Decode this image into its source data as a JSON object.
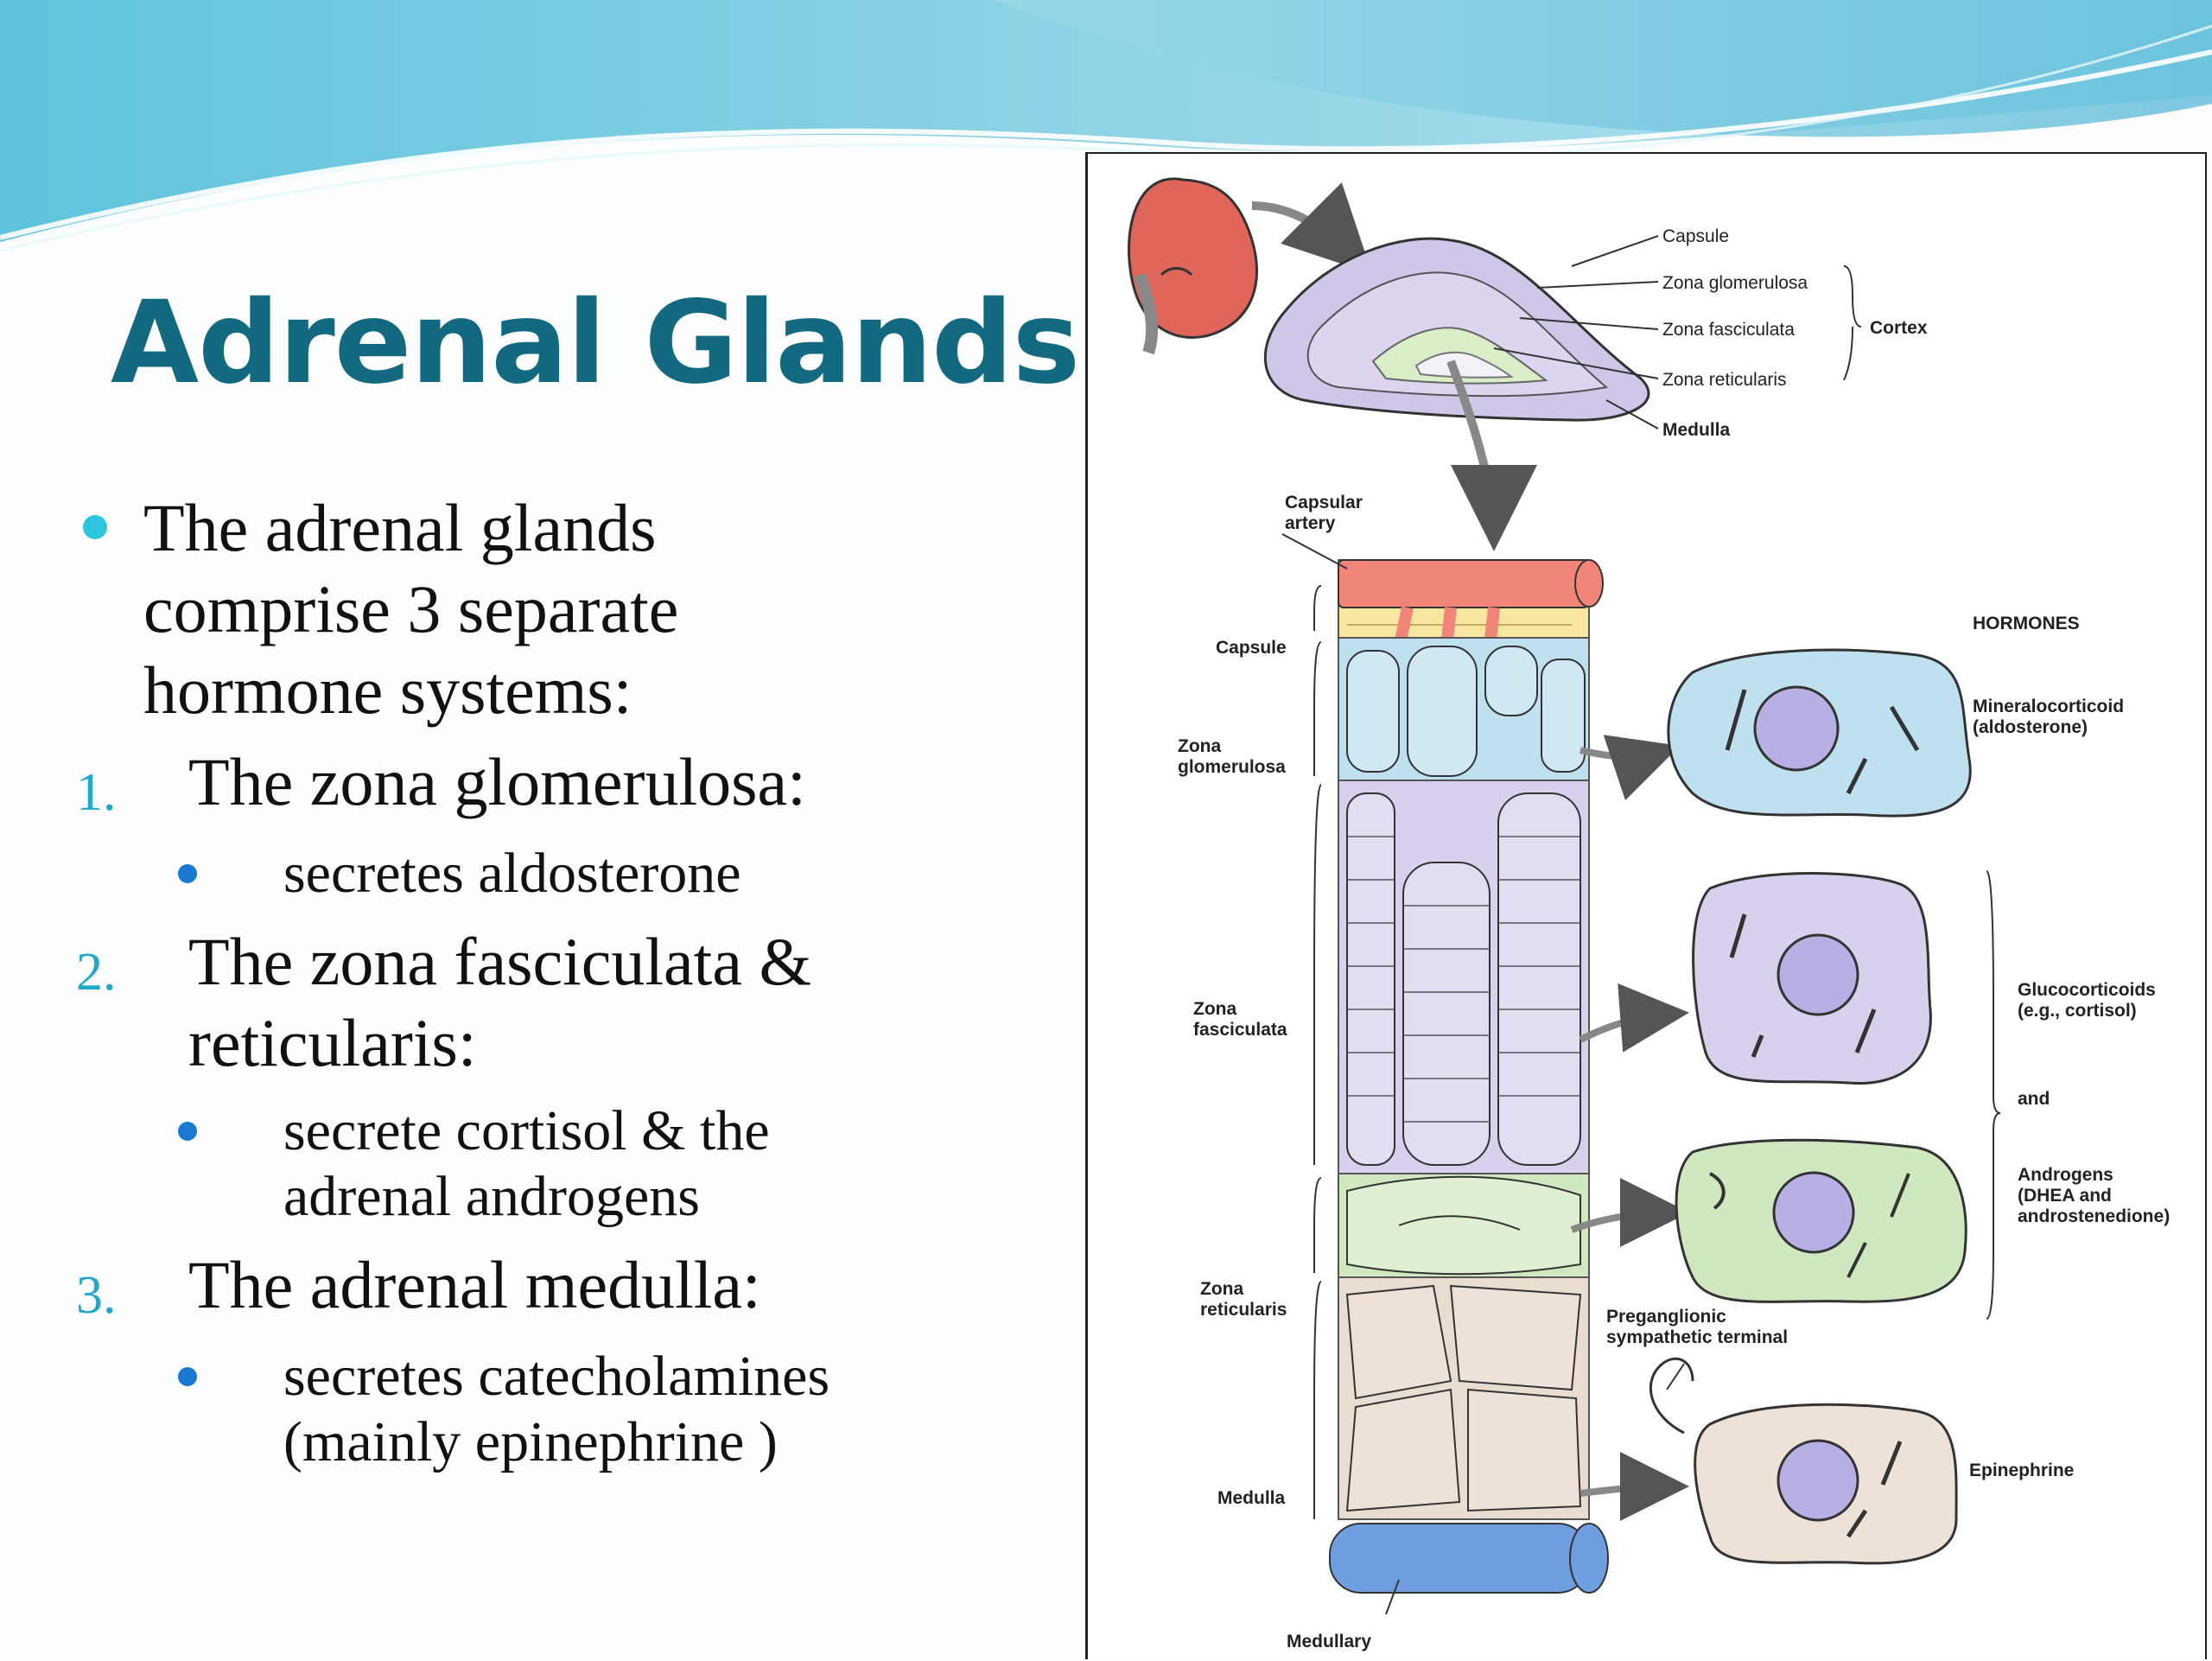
{
  "slide": {
    "title": "Adrenal Glands",
    "intro": [
      "The adrenal glands",
      "comprise 3 separate",
      "hormone systems:"
    ],
    "items": [
      {
        "number": "1.",
        "heading": [
          "The zona glomerulosa:"
        ],
        "detail": [
          "secretes aldosterone"
        ]
      },
      {
        "number": "2.",
        "heading": [
          "The zona fasciculata &",
          "reticularis:"
        ],
        "detail": [
          "secrete cortisol & the",
          "adrenal androgens"
        ]
      },
      {
        "number": "3.",
        "heading": [
          "The adrenal medulla:"
        ],
        "detail": [
          "secretes catecholamines",
          "(mainly epinephrine )"
        ]
      }
    ]
  },
  "diagram": {
    "gland_labels": {
      "capsule": "Capsule",
      "zona_glomerulosa": "Zona glomerulosa",
      "zona_fasciculata": "Zona fasciculata",
      "zona_reticularis": "Zona reticularis",
      "medulla": "Medulla",
      "cortex": "Cortex"
    },
    "left_labels": {
      "capsular_artery": [
        "Capsular",
        "artery"
      ],
      "capsule": [
        "Capsule"
      ],
      "zona_glomerulosa": [
        "Zona",
        "glomerulosa"
      ],
      "zona_fasciculata": [
        "Zona",
        "fasciculata"
      ],
      "zona_reticularis": [
        "Zona",
        "reticularis"
      ],
      "medulla": [
        "Medulla"
      ],
      "medullary": [
        "Medullary"
      ]
    },
    "preganglionic": [
      "Preganglionic",
      "sympathetic terminal"
    ],
    "hormones_header": "HORMONES",
    "hormones": {
      "mineralocorticoid": [
        "Mineralocorticoid",
        "(aldosterone)"
      ],
      "glucocorticoids": [
        "Glucocorticoids",
        "(e.g., cortisol)"
      ],
      "and": [
        "and"
      ],
      "androgens": [
        "Androgens",
        "(DHEA and",
        "androstenedione)"
      ],
      "epinephrine": [
        "Epinephrine"
      ]
    },
    "colors": {
      "title": "#13697f",
      "bullet": "#2cc6df",
      "subbullet": "#1a78d0",
      "numbers": "#22a9c9",
      "glomerulosa": "#bfe0ef",
      "fasciculata": "#d8d0ec",
      "reticularis": "#cfe8c0",
      "medulla": "#e9ddd2",
      "capsule": "#f6e6a0",
      "artery": "#f2857a",
      "vein": "#6f9fe0",
      "kidney": "#e0665c"
    }
  }
}
